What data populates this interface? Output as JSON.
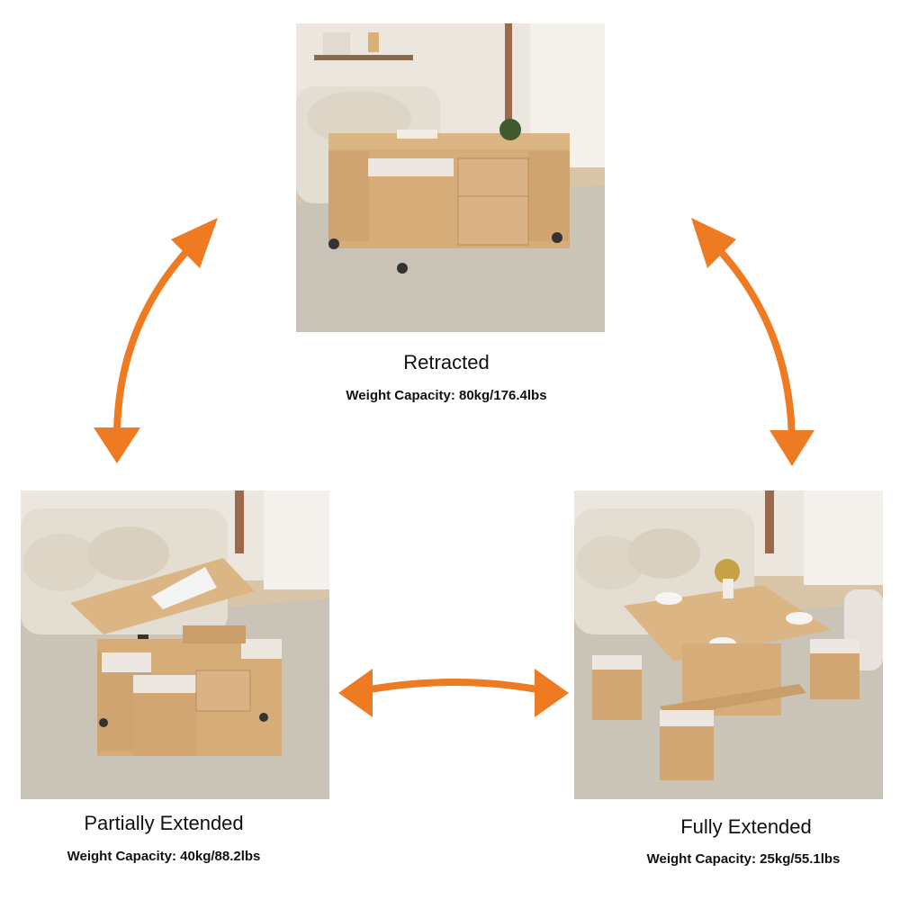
{
  "states": {
    "retracted": {
      "title": "Retracted",
      "capacity": "Weight Capacity: 80kg/176.4lbs"
    },
    "partial": {
      "title": "Partially Extended",
      "capacity": "Weight Capacity: 40kg/88.2lbs"
    },
    "full": {
      "title": "Fully Extended",
      "capacity": "Weight Capacity: 25kg/55.1lbs"
    }
  },
  "colors": {
    "arrow": "#ee7a22",
    "wood": "#d9b07a",
    "cushion": "#ece8e1",
    "rug": "#c9c3b8",
    "floor": "#d8c4a6"
  }
}
